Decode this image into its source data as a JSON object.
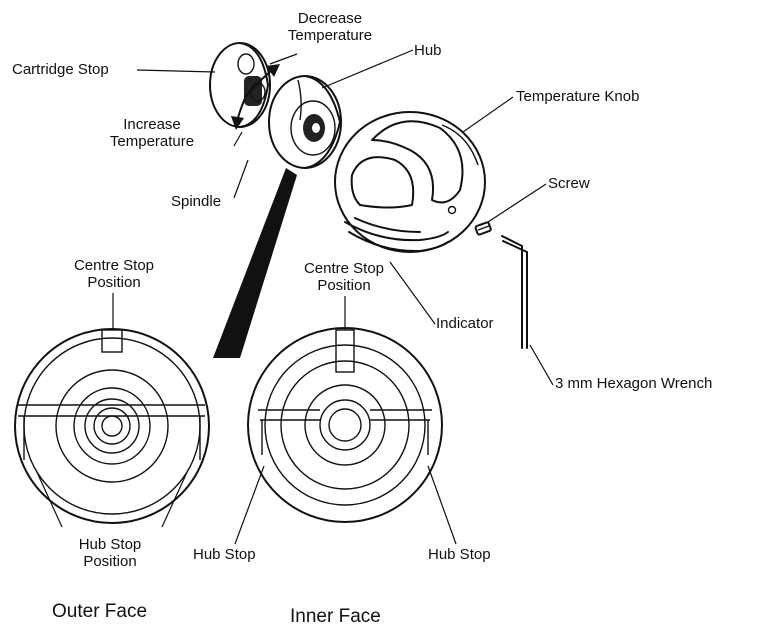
{
  "labels": {
    "cartridge_stop": "Cartridge Stop",
    "decrease_temperature": [
      "Decrease",
      "Temperature"
    ],
    "increase_temperature": [
      "Increase",
      "Temperature"
    ],
    "hub": "Hub",
    "spindle": "Spindle",
    "temperature_knob": "Temperature Knob",
    "screw": "Screw",
    "indicator": "Indicator",
    "hex_wrench": "3 mm Hexagon Wrench",
    "outer_centre_stop": [
      "Centre Stop",
      "Position"
    ],
    "inner_centre_stop": [
      "Centre Stop",
      "Position"
    ],
    "outer_hub_stop": [
      "Hub Stop",
      "Position"
    ],
    "inner_hub_stop_left": "Hub Stop",
    "inner_hub_stop_right": "Hub Stop",
    "outer_face_caption": "Outer Face",
    "inner_face_caption": "Inner Face"
  },
  "colors": {
    "ink": "#111111",
    "background": "#ffffff"
  }
}
